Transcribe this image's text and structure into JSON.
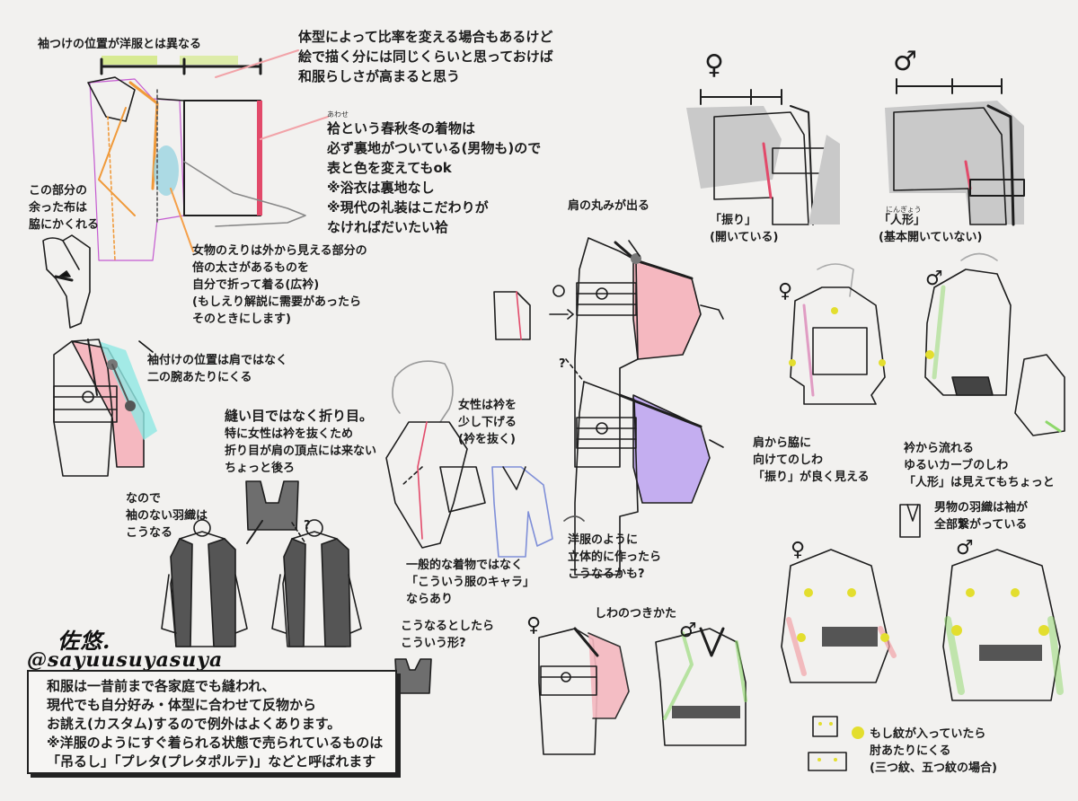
{
  "notes": {
    "sleeve_position_title": "袖つけの位置が洋服とは異なる",
    "ratio_note": "体型によって比率を変える場合もあるけど\n絵で描く分には同じくらいと思っておけば\n和服らしさが高まると思う",
    "awase_ruby": "あわせ",
    "awase_note": "袷という春秋冬の着物は\n必ず裏地がついている(男物も)ので\n表と色を変えてもok\n※浴衣は裏地なし\n※現代の礼装はこだわりが\nなければだいたい袷",
    "excess_cloth_note": "この部分の\n余った布は\n脇にかくれる",
    "collar_note": "女物のえりは外から見える部分の\n倍の太さがあるものを\n自分で折って着る(広衿)\n(もしえり解説に需要があったら\nそのときにします)",
    "sleeve_attach_note": "袖付けの位置は肩ではなく\n二の腕あたりにくる",
    "fold_title": "縫い目ではなく折り目。",
    "fold_note": "特に女性は衿を抜くため\n折り目が肩の頂点には来ない\nちょっと後ろ",
    "haori_note": "なので\n袖のない羽織は\nこうなる",
    "question_mark": "?",
    "female_collar_note": "女性は衿を\n少し下げる\n(衿を抜く)",
    "shoulder_round_note": "肩の丸みが出る",
    "question_arrow": "?",
    "western_note": "洋服のように\n立体的に作ったら\nこうなるかも?",
    "general_note": "一般的な着物ではなく\n「こういう服のキャラ」\nならあり",
    "if_so_note": "こうなるとしたら\nこういう形?",
    "wrinkle_title": "しわのつきかた",
    "furi_label": "「振り」\n(開いている)",
    "ningyo_ruby": "にんぎょう",
    "ningyo_label": "「人形」\n(基本開いていない)",
    "furi_wrinkle_note": "肩から脇に\n向けてのしわ\n「振り」が良く見える",
    "ningyo_wrinkle_note": "衿から流れる\nゆるいカーブのしわ\n「人形」は見えてもちょっと",
    "male_haori_note": "男物の羽織は袖が\n全部繋がっている",
    "crest_note": "もし紋が入っていたら\n肘あたりにくる\n(三つ紋、五つ紋の場合)"
  },
  "symbols": {
    "female": "♀",
    "male": "♂"
  },
  "author": {
    "signature": "佐悠.",
    "handle": "@sayuusuyasuya"
  },
  "box": {
    "text": "和服は一昔前まで各家庭でも縫われ、\n現代でも自分好み・体型に合わせて反物から\nお誂え(カスタム)するので例外はよくあります。\n※洋服のようにすぐ着られる状態で売られているものは\n「吊るし」「プレタ(プレタポルテ)」などと呼ばれます"
  },
  "colors": {
    "pink": "#f2a3a8",
    "purple": "#b9a1e3",
    "green": "#b7e08a",
    "cyan": "#7fe3df",
    "orange": "#f5a04a",
    "yellow": "#e3de2e",
    "gray": "#c8c8c8"
  }
}
